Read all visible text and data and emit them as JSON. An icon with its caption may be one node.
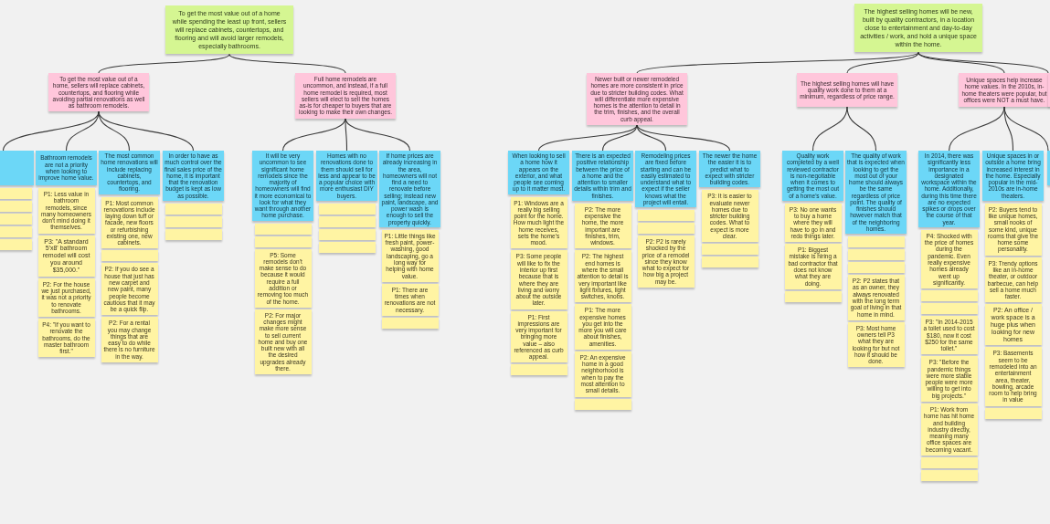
{
  "diagram": {
    "nodes": [
      {
        "text": [
          "To get the most value out of a home while spending the least up front, sellers will replace cabinets, countertops, and flooring and will avoid larger remodels, especially bathrooms."
        ]
      },
      {
        "text": [
          "The highest selling homes will be new, built by quality contractors, in a location close to entertainment and day-to-day activities / work, and hold a unique space within the home."
        ]
      },
      {
        "text": [
          "To get the most value out of a home, sellers will replace cabinets, countertops, and flooring while avoiding partial renovations as well as bathroom remodels."
        ]
      },
      {
        "text": [
          "Full home remodels are uncommon, and instead, if a full home remodel is required, most sellers will elect to sell the homes as-is for cheaper to buyers that are looking to make their own changes."
        ]
      },
      {
        "text": [
          "Newer built or newer remodeled homes are more consistent in price due to stricter building codes. What will differentiate more expensive homes is the attention to detail in the trim, finishes, and the overall curb appeal."
        ]
      },
      {
        "text": [
          "The highest selling homes will have quality work done to them at a minimum, regardless of price range."
        ]
      },
      {
        "text": [
          "Unique spaces help increase home values. In the 2010s, in-home theaters were popular, but offices were NOT a must have."
        ]
      },
      {
        "text": [],
        "shape": "box"
      },
      {
        "text": [
          "Bathroom remodels are not a priority when looking to improve home value."
        ]
      },
      {
        "text": [
          "The most common home renovations will include replacing cabinets, countertops, and flooring."
        ]
      },
      {
        "text": [
          "In order to have as much control over the final sales price of the home, it is important that the renovation budget is kept as low as possible."
        ]
      },
      {
        "text": [
          "It will be very uncommon to see significant home remodels since the majority of homeowners will find it more economical to look for what they want through another home purchase."
        ]
      },
      {
        "text": [
          "Homes with no renovations done to them should sell for less and appear to be a popular choice with more enthusiast DIY buyers."
        ]
      },
      {
        "text": [
          "If home prices are already increasing in the area, homeowners will not find a need to renovate before selling; instead new paint, landscape, and power wash is enough to sell the property quickly."
        ]
      },
      {
        "text": [
          "When looking to sell a home how it appears on the exterior, and what people see coming up to it matter most."
        ]
      },
      {
        "text": [
          "There is an expected positive relationship between the price of a home and the attention to smaller details within trim and finishes."
        ]
      },
      {
        "text": [
          "Remodeling prices are fixed before starting and can be easily estimated to understand what to expect if the seller knows what the project will entail."
        ]
      },
      {
        "text": [
          "The newer the home the easier it is to predict what to expect with stricter building codes."
        ]
      },
      {
        "text": [
          "Quality work completed by a well reviewed contractor is non-negotiable when it comes to getting the most out of a home's value."
        ]
      },
      {
        "text": [
          "The quality of work that is expected when looking to get the most out of your home should always be the same regardless of price point. The quality of finishes should however match that of the neighboring homes."
        ]
      },
      {
        "text": [
          "In 2014, there was significantly less importance in a designated workspace within the home. Additionally, during this time there are no expected spikes or drops over the course of that year."
        ]
      },
      {
        "text": [
          "Unique spaces in or outside a home bring increased interest in the home. Especially popular in the mid-2010s are in-home theaters."
        ]
      },
      {
        "text": [],
        "shape": "box"
      },
      {
        "text": [],
        "shape": "box"
      },
      {
        "text": [],
        "shape": "box"
      },
      {
        "text": [],
        "shape": "box"
      },
      {
        "text": [],
        "shape": "box"
      },
      {
        "text": [
          "P1: Less value in bathroom remodels, since many homeowners don't mind doing it themselves."
        ]
      },
      {
        "text": [
          "P3: \"A standard 5'x8' bathroom remodel will cost you around $35,000.\""
        ]
      },
      {
        "text": [
          "P2: For the house we just purchased, it was not a priority to renovate bathrooms."
        ]
      },
      {
        "text": [
          "P4: \"If you want to renovate the bathrooms, do the master bathroom first.\""
        ]
      },
      {
        "text": [
          "P1: Most common renovations include laying down tuff or facade, new floors or refurbishing existing one, new cabinets."
        ]
      },
      {
        "text": [],
        "shape": "box"
      },
      {
        "text": [
          "P2: If you do see a house that just has new carpet and new paint, many people become cautious that it may be a quick flip."
        ]
      },
      {
        "text": [
          "P2: For a rental you may change things that are easy to do while there is no furniture in the way."
        ]
      },
      {
        "text": [],
        "shape": "box"
      },
      {
        "text": [],
        "shape": "box"
      },
      {
        "text": [],
        "shape": "box"
      },
      {
        "text": [],
        "shape": "box"
      },
      {
        "text": [],
        "shape": "box"
      },
      {
        "text": [
          "P5: Some remodels don't make sense to do because it would require a full addition or removing too much of the home."
        ]
      },
      {
        "text": [
          "P2: For major changes might make more sense to sell current home and buy one built new with all the desired upgrades already there."
        ]
      },
      {
        "text": [],
        "shape": "box"
      },
      {
        "text": [],
        "shape": "box"
      },
      {
        "text": [],
        "shape": "box"
      },
      {
        "text": [],
        "shape": "box"
      },
      {
        "text": [
          "P1: Little things like fresh paint, power-washing, good landscaping, go a long way for helping with home value."
        ]
      },
      {
        "text": [
          "P1: There are times when renovations are not necessary."
        ]
      },
      {
        "text": [],
        "shape": "box"
      },
      {
        "text": [
          "P1: Windows are a really big selling point for the home. How much light the home receives, sets the home's mood."
        ]
      },
      {
        "text": [
          "P3: Some people will like to fix the interior up first because that is where they are living and worry about the outside later."
        ]
      },
      {
        "text": [
          "P1: First impressions are very important for bringing more value – also referenced as curb appeal."
        ]
      },
      {
        "text": [],
        "shape": "box"
      },
      {
        "text": [
          "P2: The more expensive the home, the more important are finishes, trim, windows."
        ]
      },
      {
        "text": [
          "P2: The highest end homes is where the small attention to detail is very important like light fixtures, light switches, knobs."
        ]
      },
      {
        "text": [
          "P1: The more expensive homes you get into the more you will care about finishes, amenities."
        ]
      },
      {
        "text": [
          "P2: An expensive home in a good neighborhood is when to pay the most attention to small details."
        ]
      },
      {
        "text": [],
        "shape": "box"
      },
      {
        "text": [],
        "shape": "box"
      },
      {
        "text": [],
        "shape": "box"
      },
      {
        "text": [
          "P2: P2 is rarely shocked by the price of a remodel since they know what to expect for how big a project may be."
        ]
      },
      {
        "text": [
          "P3: It is easier to evaluate newer homes due to stricter building codes. What to expect is more clear."
        ]
      },
      {
        "text": [],
        "shape": "box"
      },
      {
        "text": [],
        "shape": "box"
      },
      {
        "text": [
          "P3: No one wants to buy a home where they will have to go in and redo things later."
        ]
      },
      {
        "text": [
          "P1: Biggest mistake is hiring a bad contractor that does not know what they are doing."
        ]
      },
      {
        "text": [],
        "shape": "box"
      },
      {
        "text": [],
        "shape": "box"
      },
      {
        "text": [],
        "shape": "box"
      },
      {
        "text": [],
        "shape": "box"
      },
      {
        "text": [
          "P2: P2 states that as an owner, they always renovated with the long term goal of living in that home in mind."
        ]
      },
      {
        "text": [
          "P3: Most home owners tell P3 what they are looking for but not how it should be done."
        ]
      },
      {
        "text": [
          "P4: Shocked with the price of homes during the pandemic. Even really expensive homes already went up significantly."
        ]
      },
      {
        "text": [],
        "shape": "box"
      },
      {
        "text": [],
        "shape": "box"
      },
      {
        "text": [
          "P3: \"In 2014-2015 a toilet used to cost $180, now it cost $250 for the same toilet.\""
        ]
      },
      {
        "text": [
          "P3: \"Before the pandemic things were more stable people were more willing to get into big projects.\""
        ]
      },
      {
        "text": [
          "P1: Work from home has hit home and building industry directly, meaning many office spaces are becoming vacant."
        ]
      },
      {
        "text": [],
        "shape": "box"
      },
      {
        "text": [],
        "shape": "box"
      },
      {
        "text": [
          "P2: Buyers tend to like unique homes, small nooks of some kind, unique rooms that give the home some personality."
        ]
      },
      {
        "text": [
          "P3: Trendy options like an in-home theater, or outdoor barbecue, can help sell a home much faster."
        ]
      },
      {
        "text": [
          "P2: An office / work space is a huge plus when looking for new homes"
        ]
      },
      {
        "text": [
          "P3: Basements seem to be remodeled into an entertainment area, theater, bowling, arcade room to help bring in value"
        ]
      },
      {
        "text": [],
        "shape": "box"
      },
      {
        "text": [],
        "shape": "box"
      },
      {
        "text": [],
        "shape": "box"
      }
    ],
    "edges": [
      {
        "from": 0,
        "to": 2,
        "arrow": "none"
      },
      {
        "from": 0,
        "to": 3,
        "arrow": "none"
      },
      {
        "from": 1,
        "to": 4,
        "arrow": "none"
      },
      {
        "from": 1,
        "to": 5,
        "arrow": "none"
      },
      {
        "from": 1,
        "to": 6,
        "arrow": "none"
      },
      {
        "from": 1,
        "to": 86,
        "arrow": "none"
      },
      {
        "from": 2,
        "to": 7,
        "arrow": "none"
      },
      {
        "from": 2,
        "to": 8,
        "arrow": "none"
      },
      {
        "from": 2,
        "to": 9,
        "arrow": "none"
      },
      {
        "from": 2,
        "to": 10,
        "arrow": "none"
      },
      {
        "from": 3,
        "to": 11,
        "arrow": "none"
      },
      {
        "from": 3,
        "to": 12,
        "arrow": "none"
      },
      {
        "from": 3,
        "to": 13,
        "arrow": "none"
      },
      {
        "from": 4,
        "to": 14,
        "arrow": "none"
      },
      {
        "from": 4,
        "to": 15,
        "arrow": "none"
      },
      {
        "from": 4,
        "to": 16,
        "arrow": "none"
      },
      {
        "from": 4,
        "to": 17,
        "arrow": "none"
      },
      {
        "from": 5,
        "to": 18,
        "arrow": "none"
      },
      {
        "from": 5,
        "to": 19,
        "arrow": "none"
      },
      {
        "from": 6,
        "to": 20,
        "arrow": "none"
      },
      {
        "from": 6,
        "to": 21,
        "arrow": "none"
      },
      {
        "from": 6,
        "to": 85,
        "arrow": "none"
      }
    ]
  }
}
